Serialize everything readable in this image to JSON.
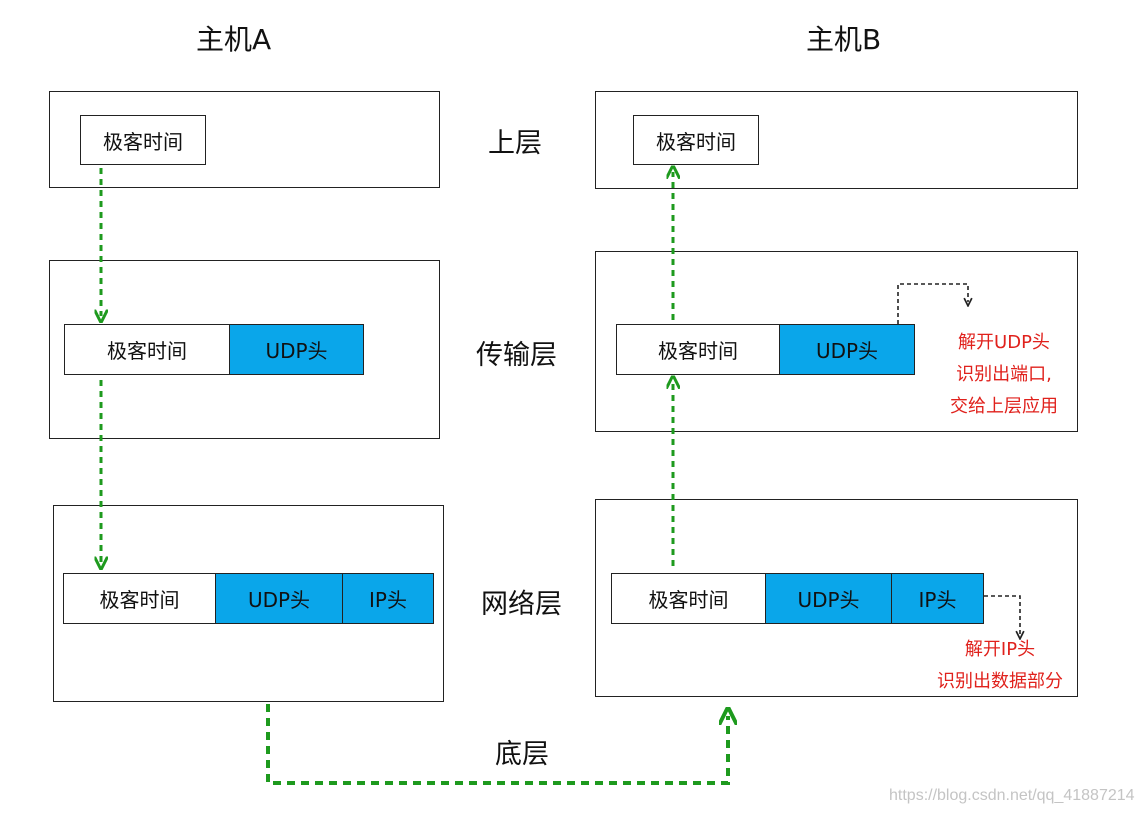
{
  "hosts": {
    "a": "主机A",
    "b": "主机B"
  },
  "layers": {
    "upper": "上层",
    "transport": "传输层",
    "network": "网络层",
    "bottom": "底层"
  },
  "packet": {
    "data": "极客时间",
    "udp": "UDP头",
    "ip": "IP头"
  },
  "notes": {
    "transport": [
      "解开UDP头",
      "识别出端口,",
      "交给上层应用"
    ],
    "network": [
      "解开IP头",
      "识别出数据部分"
    ]
  },
  "watermark": "https://blog.csdn.net/qq_41887214",
  "colors": {
    "header_fill": "#0aa6ea",
    "arrow": "#1e9a1e",
    "note": "#e0211c"
  }
}
